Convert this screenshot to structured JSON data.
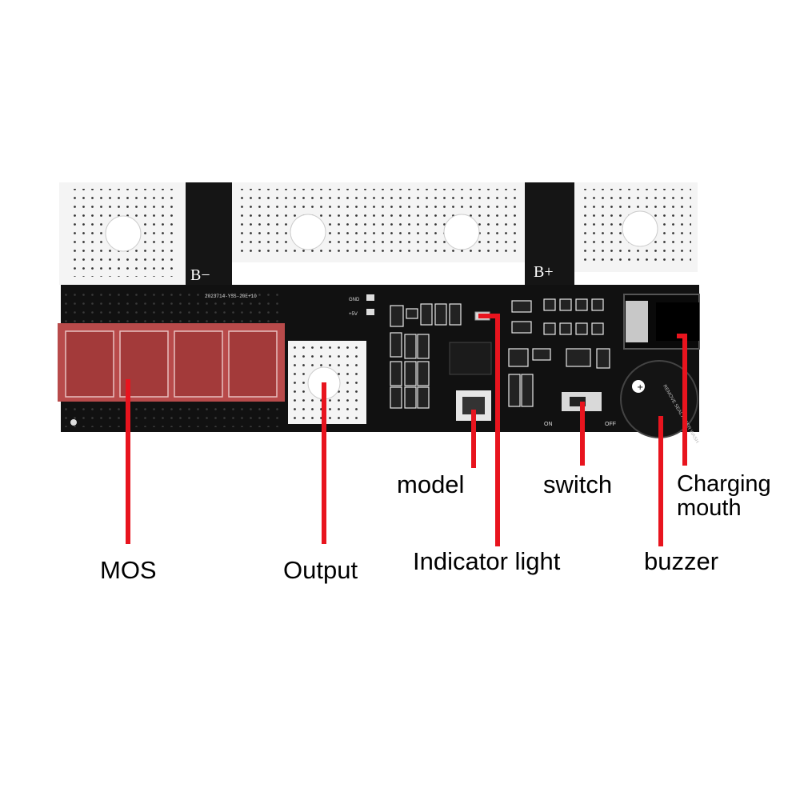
{
  "board": {
    "terminal_negative": "B−",
    "terminal_positive": "B+",
    "silk_gnd": "GND",
    "silk_5v": "+5V",
    "silk_id": "2023714-YSS-20E+10",
    "silk_on": "ON",
    "silk_off": "OFF",
    "buzzer_text": "REMOVE SEAL AFTER WASH"
  },
  "labels": {
    "mos": "MOS",
    "output": "Output",
    "model": "model",
    "switch": "switch",
    "indicator": "Indicator light",
    "charging_1": "Charging",
    "charging_2": "mouth",
    "buzzer": "buzzer"
  },
  "colors": {
    "board": "#111111",
    "pad": "#f4f4f4",
    "mos_highlight": "#b84a4a",
    "leader_line": "#e8141e"
  }
}
